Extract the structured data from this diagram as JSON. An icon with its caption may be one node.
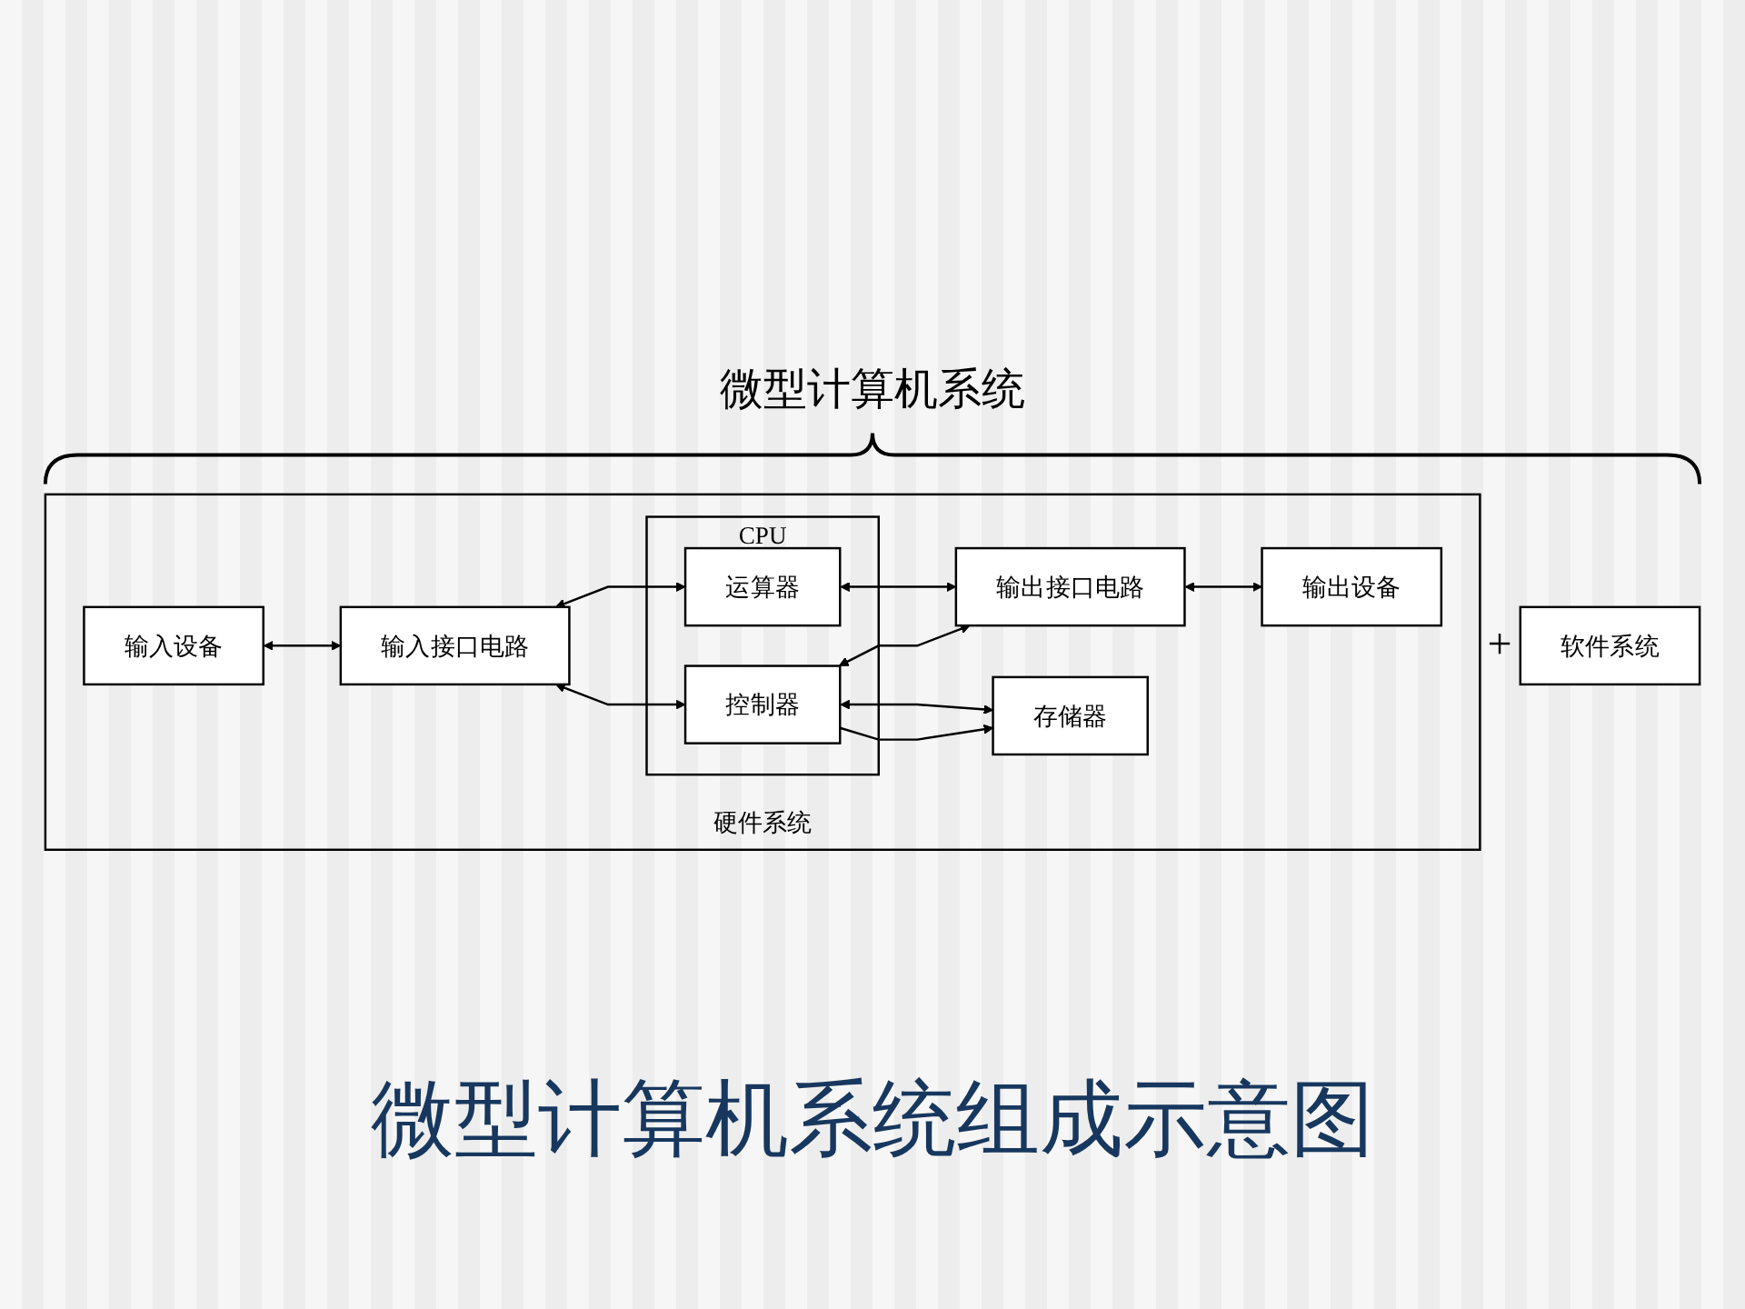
{
  "diagram": {
    "caption": "微型计算机系统组成示意图",
    "nodes": [
      {
        "text": [
          "硬件系统"
        ]
      },
      {
        "text": [
          "输入设备"
        ],
        "in": 0
      },
      {
        "text": [
          "输入接口电路"
        ],
        "in": 0
      },
      {
        "text": [
          "CPU"
        ],
        "in": 0
      },
      {
        "text": [
          "运算器"
        ],
        "in": 3
      },
      {
        "text": [
          "控制器"
        ],
        "in": 3
      },
      {
        "text": [
          "存储器"
        ],
        "in": 0
      },
      {
        "text": [
          "输出接口电路"
        ],
        "in": 0
      },
      {
        "text": [
          "输出设备"
        ],
        "in": 0
      },
      {
        "text": [
          "软件系统"
        ]
      }
    ],
    "edges": [
      {
        "from": 1,
        "to": 2,
        "arrow": "both"
      },
      {
        "from": 2,
        "to": 4,
        "arrow": "both"
      },
      {
        "from": 2,
        "to": 5,
        "arrow": "both"
      },
      {
        "from": 4,
        "to": 7,
        "arrow": "both"
      },
      {
        "from": 5,
        "to": 7,
        "arrow": "both"
      },
      {
        "from": 5,
        "to": 6,
        "arrow": "both"
      },
      {
        "from": 5,
        "to": 6,
        "arrow": "to"
      },
      {
        "from": 7,
        "to": 8,
        "arrow": "both"
      }
    ],
    "labels": [
      "微型计算机系统",
      "+"
    ]
  }
}
